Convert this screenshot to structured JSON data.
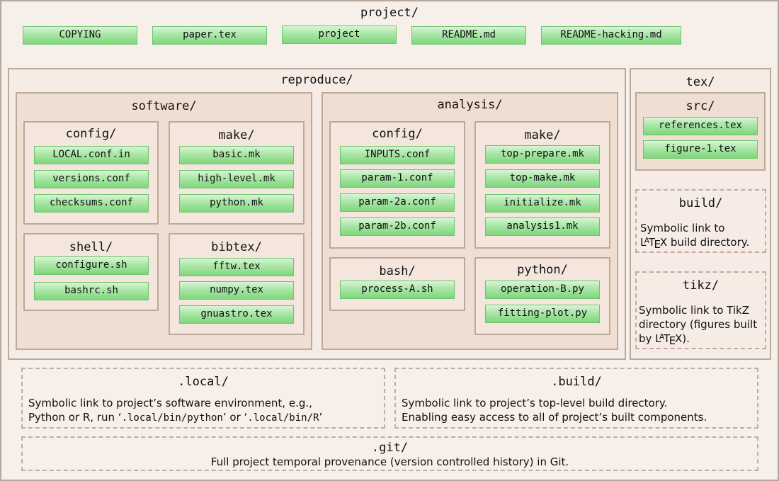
{
  "project": {
    "title": "project/",
    "files": [
      "COPYING",
      "paper.tex",
      "project",
      "README.md",
      "README-hacking.md"
    ]
  },
  "reproduce": {
    "title": "reproduce/",
    "software": {
      "title": "software/",
      "config": {
        "title": "config/",
        "files": [
          "LOCAL.conf.in",
          "versions.conf",
          "checksums.conf"
        ]
      },
      "make": {
        "title": "make/",
        "files": [
          "basic.mk",
          "high-level.mk",
          "python.mk"
        ]
      },
      "shell": {
        "title": "shell/",
        "files": [
          "configure.sh",
          "bashrc.sh"
        ]
      },
      "bibtex": {
        "title": "bibtex/",
        "files": [
          "fftw.tex",
          "numpy.tex",
          "gnuastro.tex"
        ]
      }
    },
    "analysis": {
      "title": "analysis/",
      "config": {
        "title": "config/",
        "files": [
          "INPUTS.conf",
          "param-1.conf",
          "param-2a.conf",
          "param-2b.conf"
        ]
      },
      "make": {
        "title": "make/",
        "files": [
          "top-prepare.mk",
          "top-make.mk",
          "initialize.mk",
          "analysis1.mk"
        ]
      },
      "bash": {
        "title": "bash/",
        "files": [
          "process-A.sh"
        ]
      },
      "python": {
        "title": "python/",
        "files": [
          "operation-B.py",
          "fitting-plot.py"
        ]
      }
    }
  },
  "tex": {
    "title": "tex/",
    "src": {
      "title": "src/",
      "files": [
        "references.tex",
        "figure-1.tex"
      ]
    },
    "build": {
      "title": "build/",
      "line1": "Symbolic link to",
      "line2_suffix": " build directory."
    },
    "tikz": {
      "title": "tikz/",
      "line1": "Symbolic link to TikZ",
      "line2": "directory (figures built",
      "line3_prefix": "by ",
      "line3_suffix": ")."
    }
  },
  "local": {
    "title": ".local/",
    "line1": "Symbolic link to project’s software environment, e.g.,",
    "line2_a": "Python or R, run ‘",
    "line2_code1": ".local/bin/python",
    "line2_b": "’ or ‘",
    "line2_code2": ".local/bin/R",
    "line2_c": "’"
  },
  "build": {
    "title": ".build/",
    "line1": "Symbolic link to project’s top-level build directory.",
    "line2": "Enabling easy access to all of project’s built components."
  },
  "git": {
    "title": ".git/",
    "line1": "Full project temporal provenance (version controlled history) in Git."
  }
}
